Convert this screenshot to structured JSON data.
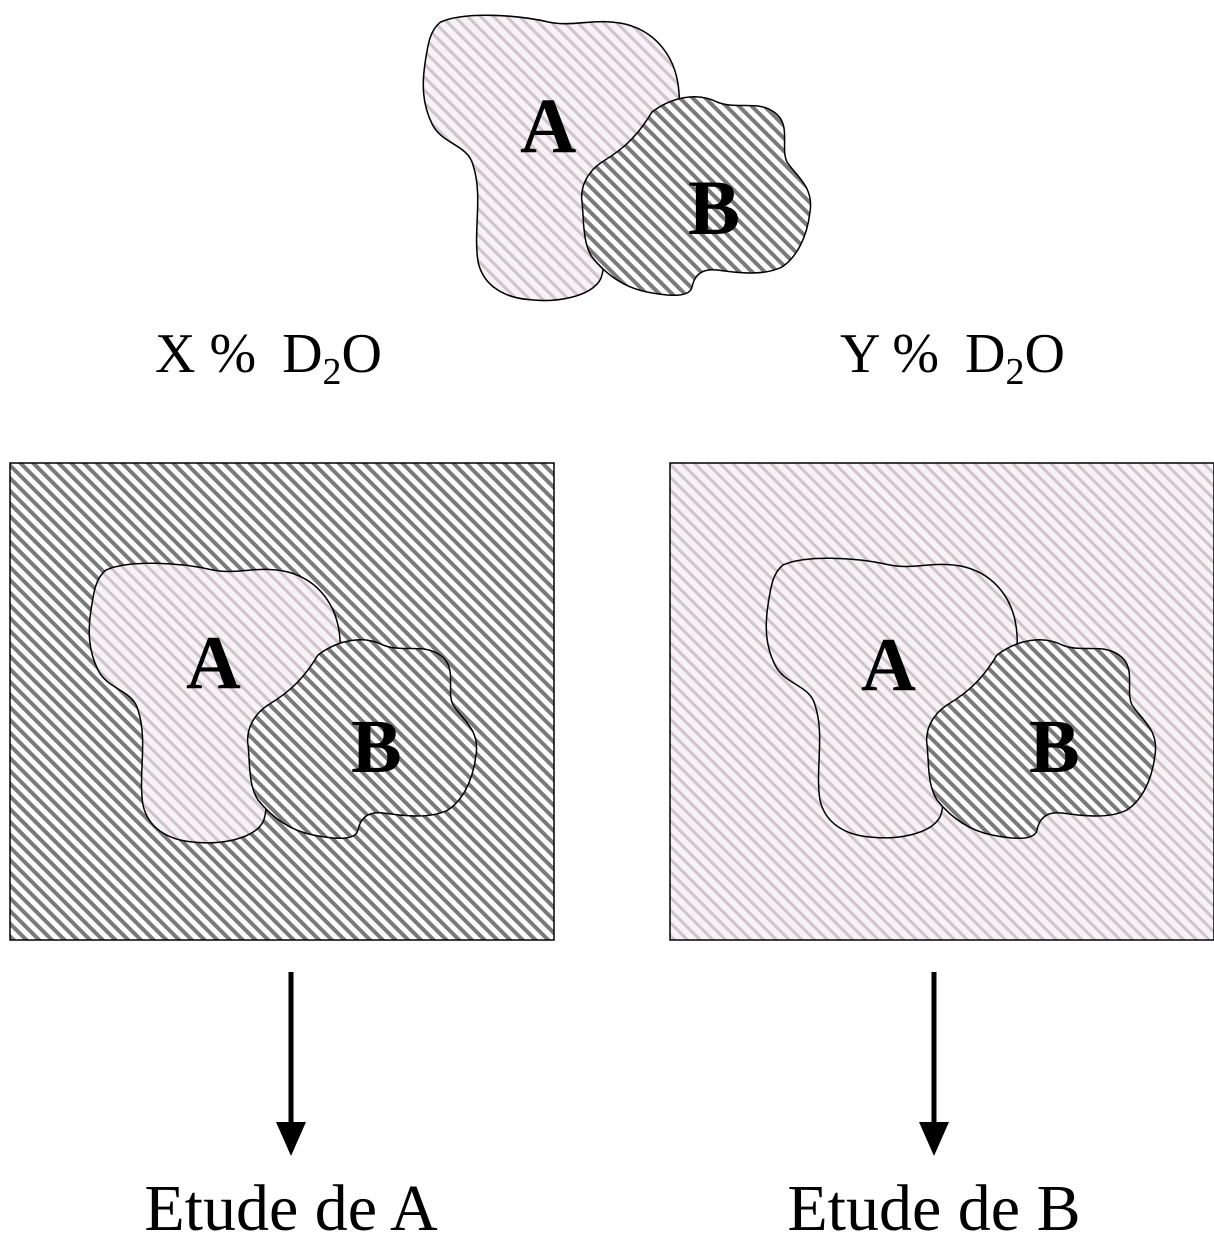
{
  "top_complex": {
    "label_a": "A",
    "label_b": "B"
  },
  "conditions": [
    {
      "prefix": "X %",
      "solvent_main": "D",
      "solvent_sub": "2",
      "solvent_end": "O",
      "box_fill": "hatch-dark",
      "complex_label_a": "A",
      "complex_label_b": "B",
      "outcome": "Etude de A"
    },
    {
      "prefix": "Y %",
      "solvent_main": "D",
      "solvent_sub": "2",
      "solvent_end": "O",
      "box_fill": "hatch-light",
      "complex_label_a": "A",
      "complex_label_b": "B",
      "outcome": "Etude de B"
    }
  ],
  "colors": {
    "hatch_dark_line": "#7a7a7a",
    "hatch_light_line": "#c8bcc6",
    "light_background": "#f3eef2",
    "outline": "#000000"
  }
}
